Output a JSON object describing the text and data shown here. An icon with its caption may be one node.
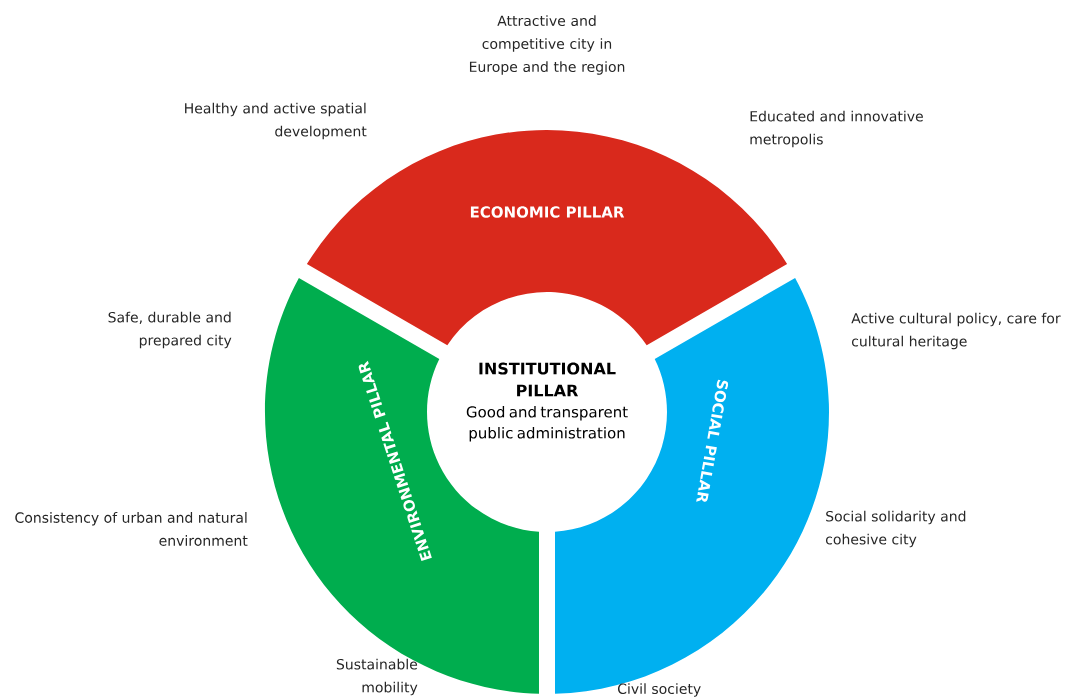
{
  "diagram": {
    "nodes": [
      {
        "text": [
          "INSTITUTIONAL PILLAR",
          "Good and transparent public administration"
        ]
      },
      {
        "text": [
          "ECONOMIC PILLAR"
        ]
      },
      {
        "text": [
          "SOCIAL PILLAR"
        ]
      },
      {
        "text": [
          "ENVIRONMENTAL PILLAR"
        ]
      }
    ],
    "labels": [
      "Attractive and competitive city in Europe and the region",
      "Healthy and active spatial development",
      "Educated and innovative metropolis",
      "Safe, durable and prepared city",
      "Active cultural policy, care for cultural heritage",
      "Consistency of urban and natural environment",
      "Social solidarity and cohesive city",
      "Sustainable mobility",
      "Civil society"
    ]
  }
}
